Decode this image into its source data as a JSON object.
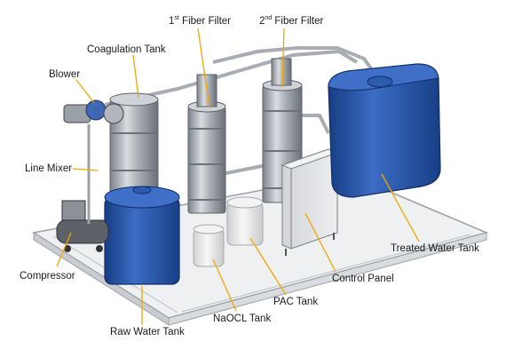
{
  "labels": {
    "filter1_num": "1",
    "filter1_sup": "st",
    "filter1_text": " Fiber Filter",
    "filter2_num": "2",
    "filter2_sup": "nd",
    "filter2_text": " Fiber Filter",
    "coagulation_tank": "Coagulation Tank",
    "blower": "Blower",
    "line_mixer": "Line Mixer",
    "compressor": "Compressor",
    "raw_water_tank": "Raw Water Tank",
    "naocl_tank": "NaOCL Tank",
    "pac_tank": "PAC Tank",
    "control_panel": "Control Panel",
    "treated_water_tank": "Treated Water Tank"
  },
  "colors": {
    "leader": "#f0a800",
    "blue_tank": "#1f4fa0",
    "steel": "#b8bcc2",
    "white_tank": "#ececec"
  }
}
